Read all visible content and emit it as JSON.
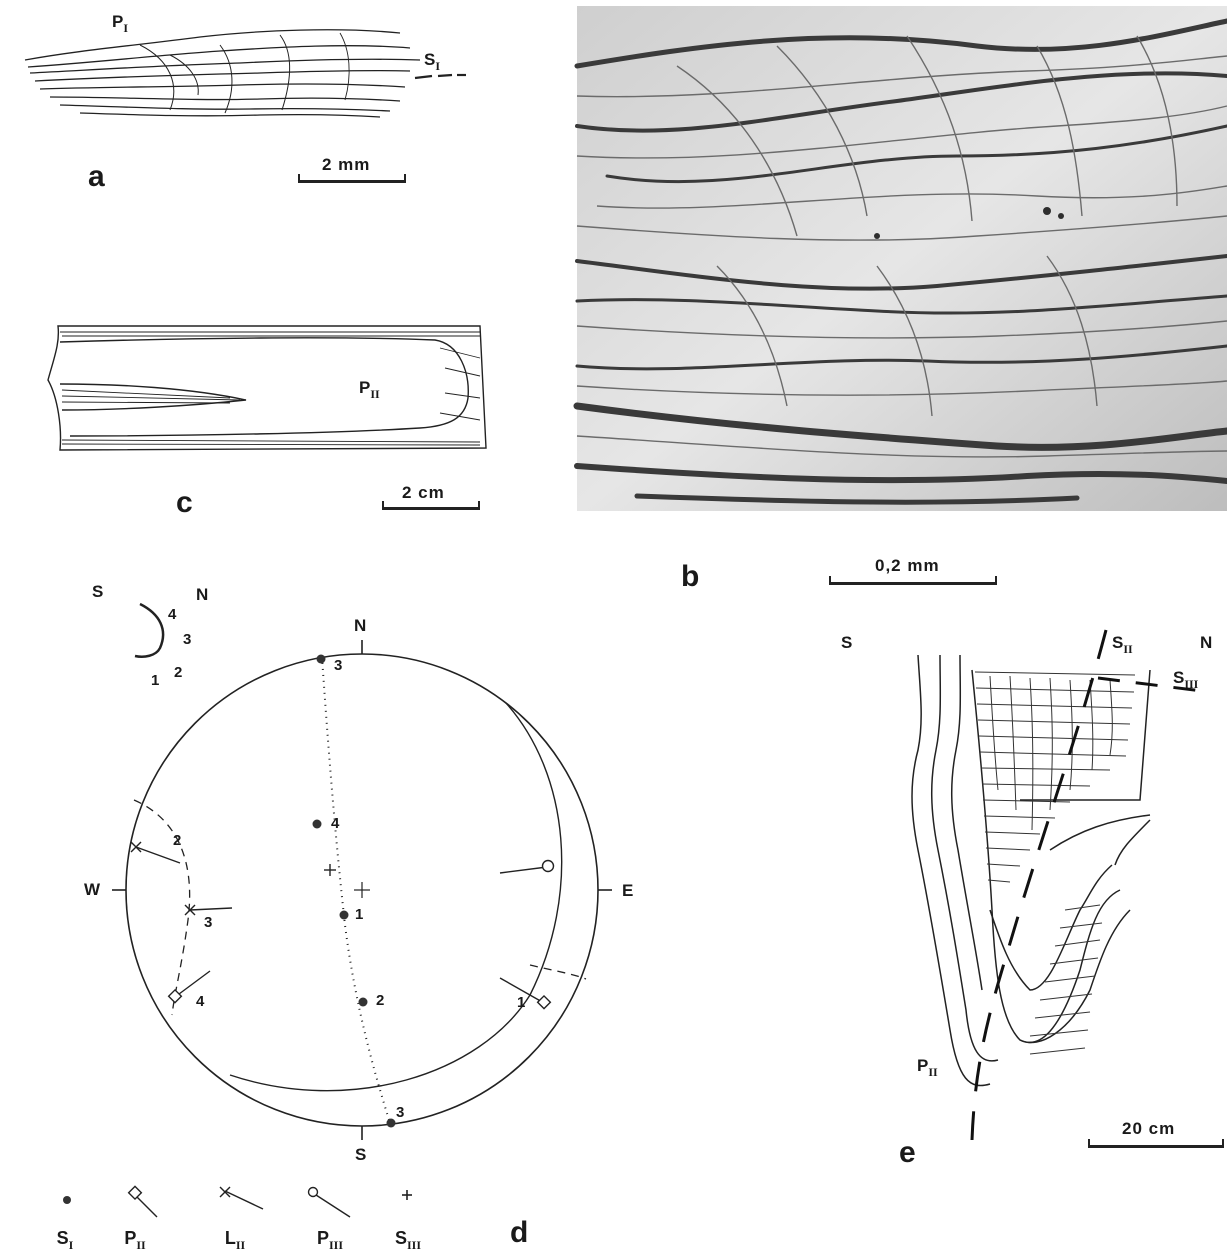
{
  "panels": {
    "a": {
      "letter": "a",
      "fold_label": {
        "main": "P",
        "sub": "I"
      },
      "cleavage_label": {
        "main": "S",
        "sub": "I"
      },
      "scale": "2 mm"
    },
    "b": {
      "letter": "b",
      "scale": "0,2 mm"
    },
    "c": {
      "letter": "c",
      "fold_label": {
        "main": "P",
        "sub": "II"
      },
      "scale": "2 cm"
    },
    "d": {
      "letter": "d",
      "compass": {
        "north": "N",
        "south": "S",
        "east": "E",
        "west": "W"
      },
      "inset": {
        "left": "S",
        "right": "N",
        "numbers": [
          "1",
          "2",
          "3",
          "4"
        ]
      },
      "point_labels": {
        "s1": [
          "3",
          "4",
          "1",
          "2",
          "3"
        ],
        "l2": [
          "2",
          "3"
        ],
        "p2": [
          "4",
          "1"
        ]
      },
      "legend": [
        {
          "symbol": "dot-icon",
          "main": "S",
          "sub": "I"
        },
        {
          "symbol": "diamond-line-icon",
          "main": "P",
          "sub": "II"
        },
        {
          "symbol": "cross-line-icon",
          "main": "L",
          "sub": "II"
        },
        {
          "symbol": "circle-line-icon",
          "main": "P",
          "sub": "III"
        },
        {
          "symbol": "plus-icon",
          "main": "S",
          "sub": "III"
        }
      ]
    },
    "e": {
      "letter": "e",
      "left": "S",
      "right": "N",
      "labels": [
        {
          "main": "S",
          "sub": "II"
        },
        {
          "main": "S",
          "sub": "III"
        },
        {
          "main": "P",
          "sub": "II"
        }
      ],
      "scale": "20 cm"
    }
  },
  "colors": {
    "ink": "#1a1a1a",
    "paper": "#ffffff",
    "photo_dark": "#3a3a3a",
    "photo_light": "#e4e4e4"
  }
}
